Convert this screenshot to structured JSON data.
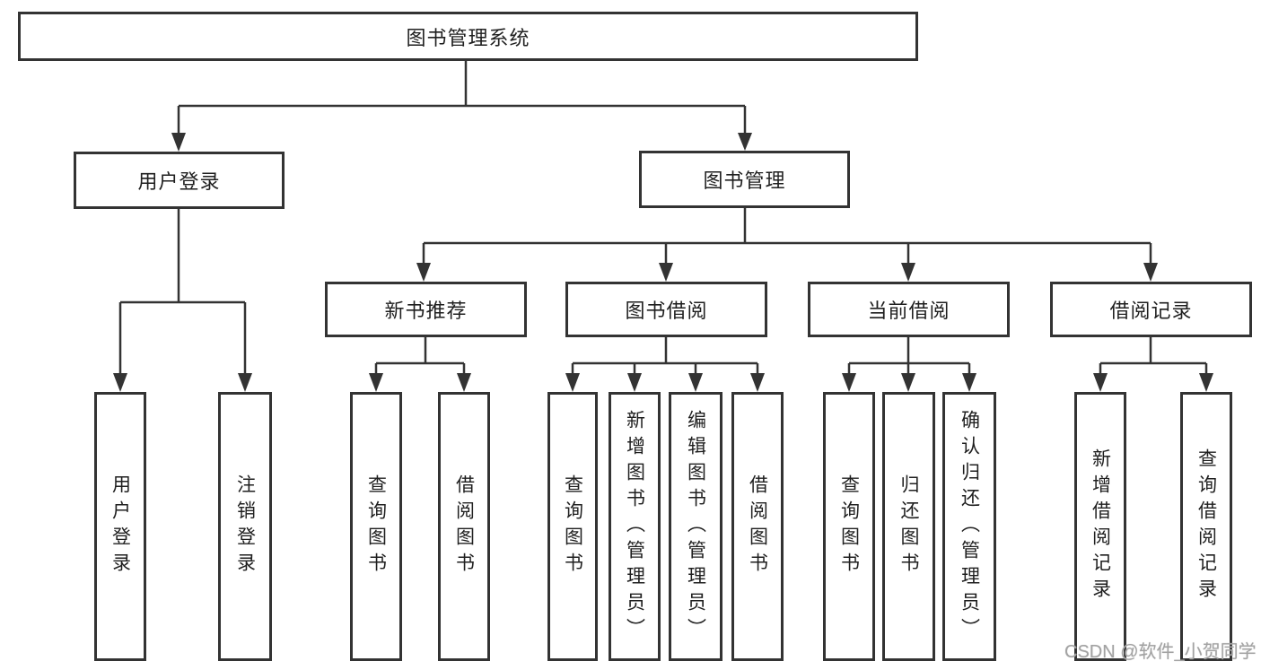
{
  "colors": {
    "line": "#333333",
    "box_border": "#333333",
    "background": "#ffffff",
    "watermark": "#a3a3a3"
  },
  "watermark": {
    "text": "CSDN @软件_小贺同学"
  },
  "root": {
    "label": "图书管理系统",
    "children": [
      {
        "label": "用户登录",
        "children": [
          {
            "label": "用户登录"
          },
          {
            "label": "注销登录"
          }
        ]
      },
      {
        "label": "图书管理",
        "children": [
          {
            "label": "新书推荐",
            "children": [
              {
                "label": "查询图书"
              },
              {
                "label": "借阅图书"
              }
            ]
          },
          {
            "label": "图书借阅",
            "children": [
              {
                "label": "查询图书"
              },
              {
                "label": "新增图书（管理员）"
              },
              {
                "label": "编辑图书（管理员）"
              },
              {
                "label": "借阅图书"
              }
            ]
          },
          {
            "label": "当前借阅",
            "children": [
              {
                "label": "查询图书"
              },
              {
                "label": "归还图书"
              },
              {
                "label": "确认归还（管理员）"
              }
            ]
          },
          {
            "label": "借阅记录",
            "children": [
              {
                "label": "新增借阅记录"
              },
              {
                "label": "查询借阅记录"
              }
            ]
          }
        ]
      }
    ]
  }
}
